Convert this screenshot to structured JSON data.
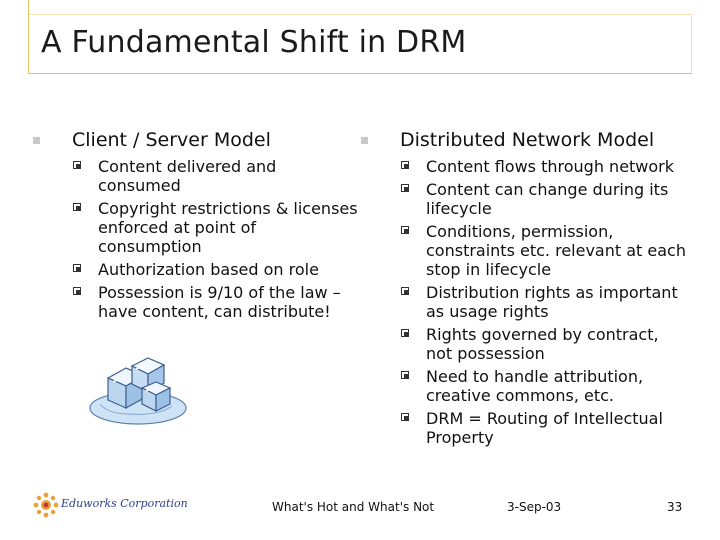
{
  "slide": {
    "title": "A Fundamental Shift in DRM",
    "left": {
      "heading": "Client / Server Model",
      "items": [
        "Content delivered and consumed",
        "Copyright restrictions & licenses enforced at point of consumption",
        "Authorization based on role",
        "Possession is 9/10 of the law – have content, can distribute!"
      ]
    },
    "right": {
      "heading": "Distributed Network Model",
      "items": [
        "Content flows through network",
        "Content can change during its lifecycle",
        "Conditions, permission, constraints etc. relevant at each stop in lifecycle",
        "Distribution rights as important as usage rights",
        "Rights governed by contract, not possession",
        "Need to handle attribution, creative commons, etc.",
        "DRM = Routing of Intellectual Property"
      ]
    }
  },
  "footer": {
    "logo_text": "Eduworks Corporation",
    "center": "What's Hot and What's Not",
    "date": "3-Sep-03",
    "page": "33"
  },
  "colors": {
    "frame": "#e6c56a",
    "bullet_l1": "#c9c9c9",
    "logo_text": "#2a3f8f"
  },
  "icons": [
    "ice-cubes-icon",
    "sun-logo-icon"
  ]
}
